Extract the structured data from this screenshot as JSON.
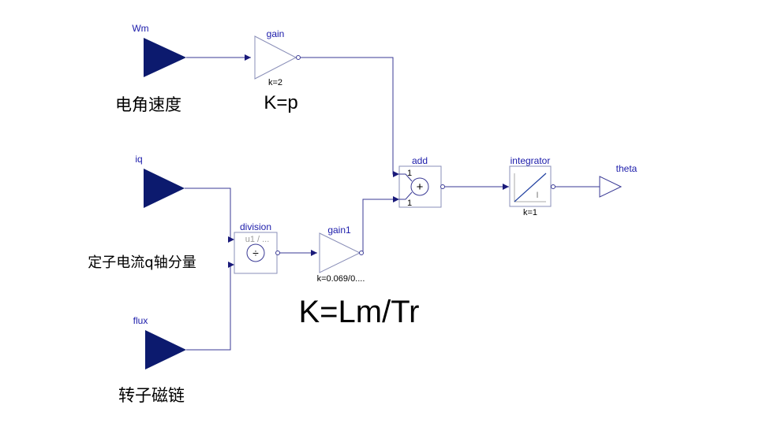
{
  "blocks": {
    "wm": {
      "name": "Wm",
      "caption": "电角速度"
    },
    "iq": {
      "name": "iq",
      "caption": "定子电流q轴分量"
    },
    "flux": {
      "name": "flux",
      "caption": "转子磁链"
    },
    "gain": {
      "name": "gain",
      "param": "k=2",
      "note": "K=p"
    },
    "division": {
      "name": "division",
      "text": "u1 / ...",
      "symbol": "÷"
    },
    "gain1": {
      "name": "gain1",
      "param": "k=0.069/0....",
      "note": "K=Lm/Tr"
    },
    "add": {
      "name": "add",
      "in1": "1",
      "in2": "1",
      "symbol": "+"
    },
    "integrator": {
      "name": "integrator",
      "param": "k=1",
      "symbol": "I"
    },
    "theta": {
      "name": "theta"
    }
  },
  "colors": {
    "line": "#2b2b8c",
    "block_border": "#9aa0c8",
    "input_fill": "#0c1a6e",
    "label_blue": "#1b1baa",
    "text": "#000000"
  }
}
